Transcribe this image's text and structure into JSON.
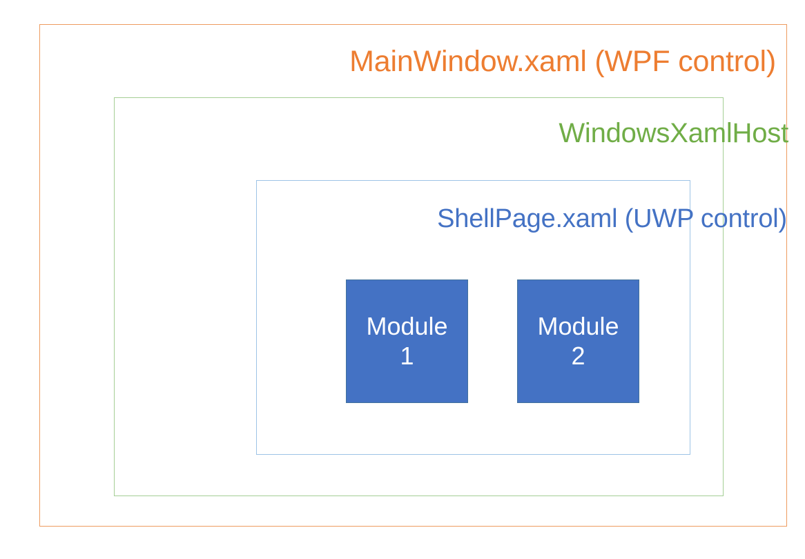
{
  "diagram": {
    "title": "XAML Islands nesting diagram",
    "background_color": "#FFFFFF",
    "layers": [
      {
        "id": "wpf",
        "label": "MainWindow.xaml (WPF control)",
        "border_color": "#ED9B5F",
        "text_color": "#ED7D31"
      },
      {
        "id": "xamlhost",
        "label": "WindowsXamlHost",
        "border_color": "#A4CE94",
        "text_color": "#70AD47"
      },
      {
        "id": "uwp",
        "label": "ShellPage.xaml (UWP control)",
        "border_color": "#9DC3E6",
        "text_color": "#4472C4"
      }
    ],
    "modules": [
      {
        "id": "module-1",
        "name_line_1": "Module",
        "name_line_2": "1",
        "fill_color": "#4472C4",
        "text_color": "#FFFFFF"
      },
      {
        "id": "module-2",
        "name_line_1": "Module",
        "name_line_2": "2",
        "fill_color": "#4472C4",
        "text_color": "#FFFFFF"
      }
    ]
  }
}
